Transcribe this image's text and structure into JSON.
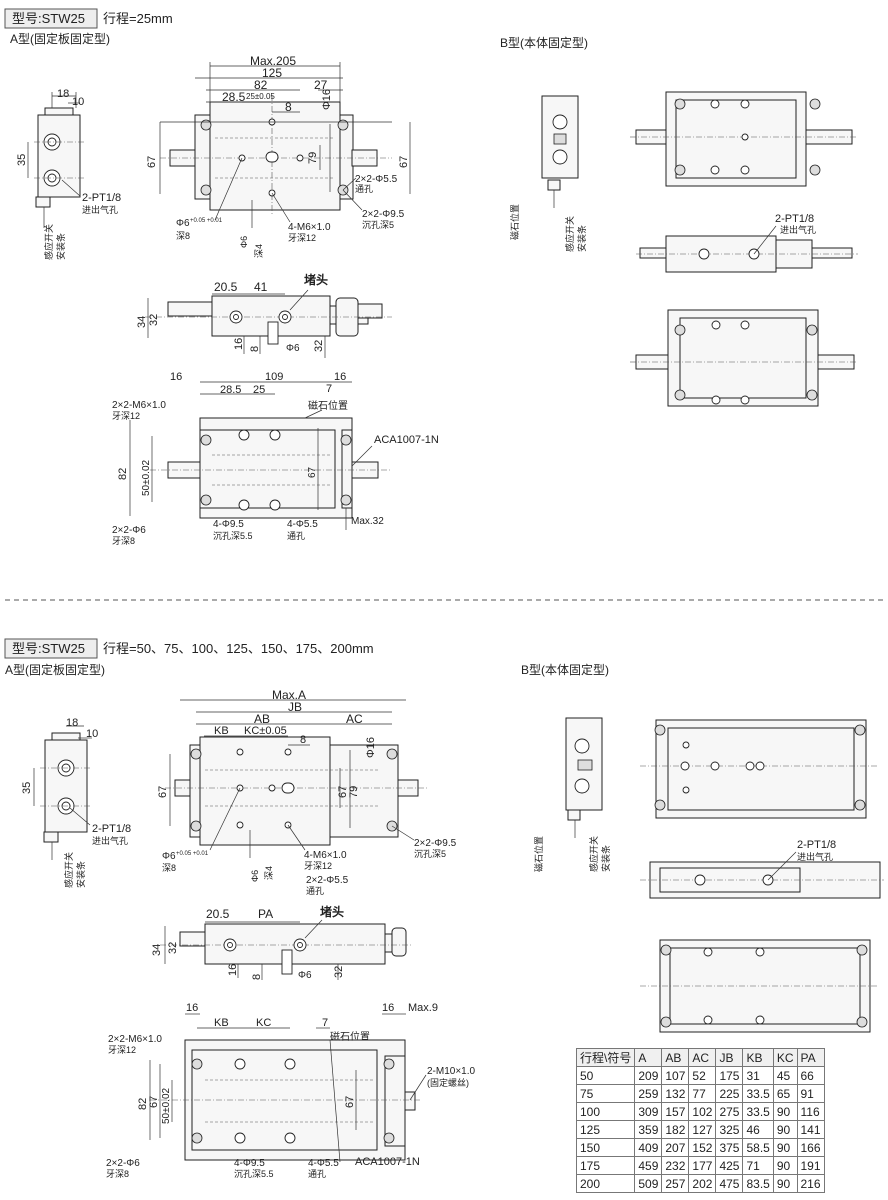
{
  "section1": {
    "model_label": "型号:STW25",
    "stroke": "行程=25mm",
    "a_type": "A型(固定板固定型)",
    "b_type": "B型(本体固定型)",
    "side": {
      "d18": "18",
      "d10": "10",
      "d35": "35",
      "port": "2-PT1/8",
      "port_sub": "进出气孔",
      "sensor": "感应开关",
      "sensor2": "安装条"
    },
    "front": {
      "maxlen": "Max.205",
      "d125": "125",
      "d82": "82",
      "d27": "27",
      "d28_5": "28.5",
      "d25": "25±0.05",
      "d8": "8",
      "phi16": "Φ16",
      "d67l": "67",
      "d67r": "67",
      "d79": "79",
      "phi55": "2×2-Φ5.5",
      "phi55_sub": "通孔",
      "phi95": "2×2-Φ9.5",
      "phi95_sub": "沉孔深5",
      "m6": "4-M6×1.0",
      "m6_sub": "牙深12",
      "phi6a": "Φ6",
      "tol": "+0.05 +0.01",
      "deep8": "深8",
      "phi6b": "Φ6",
      "deep4": "深4"
    },
    "mid": {
      "d20_5": "20.5",
      "d41": "41",
      "plug": "堵头",
      "d34": "34",
      "d32": "32",
      "d16": "16",
      "d8": "8",
      "phi6": "Φ6",
      "d32b": "32"
    },
    "bottom": {
      "d16a": "16",
      "d109": "109",
      "d7": "7",
      "d16b": "16",
      "d28_5": "28.5",
      "d25": "25",
      "m6": "2×2-M6×1.0",
      "m6_sub": "牙深12",
      "magnet": "磁石位置",
      "aca": "ACA1007-1N",
      "d82": "82",
      "d50": "50±0.02",
      "d67": "67",
      "phi6": "2×2-Φ6",
      "deep8": "牙深8",
      "phi95": "4-Φ9.5",
      "phi95_sub": "沉孔深5.5",
      "phi55": "4-Φ5.5",
      "phi55_sub": "通孔",
      "max32": "Max.32"
    },
    "b": {
      "magnet": "磁石位置",
      "sensor": "感应开关",
      "sensor2": "安装条",
      "port": "2-PT1/8",
      "port_sub": "进出气孔"
    }
  },
  "section2": {
    "model_label": "型号:STW25",
    "stroke": "行程=50、75、100、125、150、175、200mm",
    "a_type": "A型(固定板固定型)",
    "b_type": "B型(本体固定型)",
    "side": {
      "d18": "18",
      "d10": "10",
      "d35": "35",
      "port": "2-PT1/8",
      "port_sub": "进出气孔",
      "sensor": "感应开关",
      "sensor2": "安装条"
    },
    "front": {
      "maxa": "Max.A",
      "jb": "JB",
      "ab": "AB",
      "ac": "AC",
      "kb": "KB",
      "kc": "KC±0.05",
      "d8": "8",
      "phi16": "Φ16",
      "d67l": "67",
      "d67r": "67",
      "d79": "79",
      "phi95": "2×2-Φ9.5",
      "phi95_sub": "沉孔深5",
      "m6": "4-M6×1.0",
      "m6_sub": "牙深12",
      "phi55": "2×2-Φ5.5",
      "phi55_sub": "通孔",
      "phi6a": "Φ6",
      "tol": "+0.05 +0.01",
      "deep8": "深8",
      "phi6b": "Φ6",
      "deep4": "深4"
    },
    "mid": {
      "d20_5": "20.5",
      "pa": "PA",
      "plug": "堵头",
      "d34": "34",
      "d32": "32",
      "d16": "16",
      "d8": "8",
      "phi6": "Φ6",
      "d32b": "32"
    },
    "bottom": {
      "d16a": "16",
      "d16b": "16",
      "maxr": "Max.9",
      "kb": "KB",
      "kc": "KC",
      "d7": "7",
      "m6": "2×2-M6×1.0",
      "m6_sub": "牙深12",
      "magnet": "磁石位置",
      "m10": "2-M10×1.0",
      "m10_sub": "(固定螺丝)",
      "d82": "82",
      "d50": "50±0.02",
      "d67l": "67",
      "d67r": "67",
      "phi6": "2×2-Φ6",
      "deep8": "牙深8",
      "phi95": "4-Φ9.5",
      "phi95_sub": "沉孔深5.5",
      "phi55": "4-Φ5.5",
      "phi55_sub": "通孔",
      "aca": "ACA1007-1N"
    },
    "b": {
      "magnet": "磁石位置",
      "sensor": "感应开关",
      "sensor2": "安装条",
      "port": "2-PT1/8",
      "port_sub": "进出气孔"
    }
  },
  "table": {
    "headers": [
      "行程\\符号",
      "A",
      "AB",
      "AC",
      "JB",
      "KB",
      "KC",
      "PA"
    ],
    "rows": [
      [
        "50",
        "209",
        "107",
        "52",
        "175",
        "31",
        "45",
        "66"
      ],
      [
        "75",
        "259",
        "132",
        "77",
        "225",
        "33.5",
        "65",
        "91"
      ],
      [
        "100",
        "309",
        "157",
        "102",
        "275",
        "33.5",
        "90",
        "116"
      ],
      [
        "125",
        "359",
        "182",
        "127",
        "325",
        "46",
        "90",
        "141"
      ],
      [
        "150",
        "409",
        "207",
        "152",
        "375",
        "58.5",
        "90",
        "166"
      ],
      [
        "175",
        "459",
        "232",
        "177",
        "425",
        "71",
        "90",
        "191"
      ],
      [
        "200",
        "509",
        "257",
        "202",
        "475",
        "83.5",
        "90",
        "216"
      ]
    ]
  }
}
